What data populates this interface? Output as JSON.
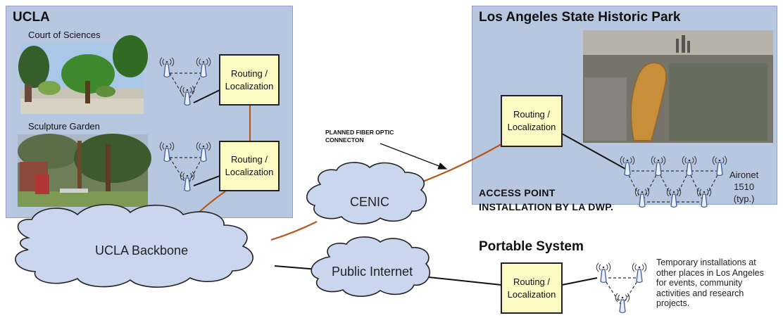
{
  "ucla": {
    "title": "UCLA",
    "court_label": "Court of Sciences",
    "garden_label": "Sculpture Garden"
  },
  "lashp": {
    "title": "Los Angeles State Historic Park",
    "access_point_line1": "ACCESS POINT",
    "access_point_line2": "INSTALLATION BY LA DWP.",
    "aironet_line1": "Aironet",
    "aironet_line2": "1510",
    "aironet_line3": "(typ.)"
  },
  "portable": {
    "title": "Portable System",
    "note_lines": [
      "Temporary installations at",
      "other places in Los Angeles",
      "for events, community",
      "activities and research",
      "projects."
    ]
  },
  "router": {
    "line1": "Routing /",
    "line2": "Localization"
  },
  "clouds": {
    "cenic": "CENIC",
    "backbone": "UCLA Backbone",
    "internet": "Public Internet"
  },
  "fiber_note": {
    "line1": "PLANNED FIBER OPTIC",
    "line2": "CONNECTON"
  },
  "colors": {
    "region": "#b8c7e0",
    "router": "#fdfbc3",
    "fiber": "#b5561c",
    "cloud": "#c9d6ee"
  }
}
